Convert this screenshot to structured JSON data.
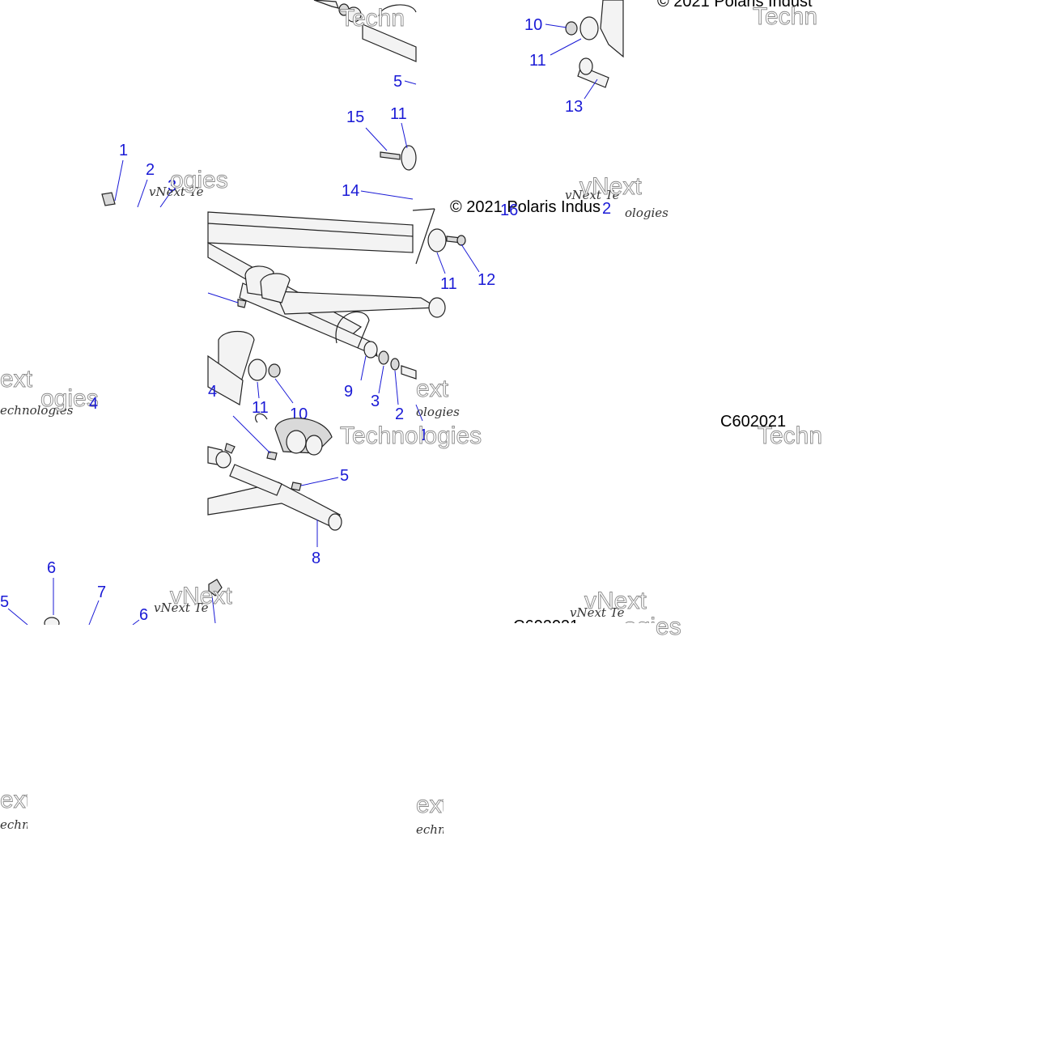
{
  "watermark": {
    "brand_top": "vNext",
    "brand_bottom": "Technologies",
    "brand_small": "vNext Te",
    "fragments": [
      "ext",
      "echnologies",
      "echno",
      "echnc",
      "ogies",
      "ologies",
      "Techn",
      "ext"
    ]
  },
  "copyright": {
    "top_right": "© 2021 Polaris Indust",
    "middle": "© 2021 Polaris Indus",
    "bottom_fragment": "C602021"
  },
  "figure_codes": {
    "main": "C602021",
    "bottom": "C602021"
  },
  "callouts": {
    "tile_top_center": [
      "5",
      "15",
      "11",
      "14"
    ],
    "tile_top_right": [
      "10",
      "11",
      "13"
    ],
    "tile_mid_left": [
      "1",
      "2",
      "3"
    ],
    "tile_main": [
      "11",
      "12",
      "9",
      "3",
      "2",
      "1",
      "11",
      "10",
      "5",
      "8",
      "4"
    ],
    "tile_bottom_left": [
      "5",
      "6",
      "7",
      "6"
    ],
    "tile_mid_fragments": [
      "16",
      "2",
      "4"
    ]
  }
}
